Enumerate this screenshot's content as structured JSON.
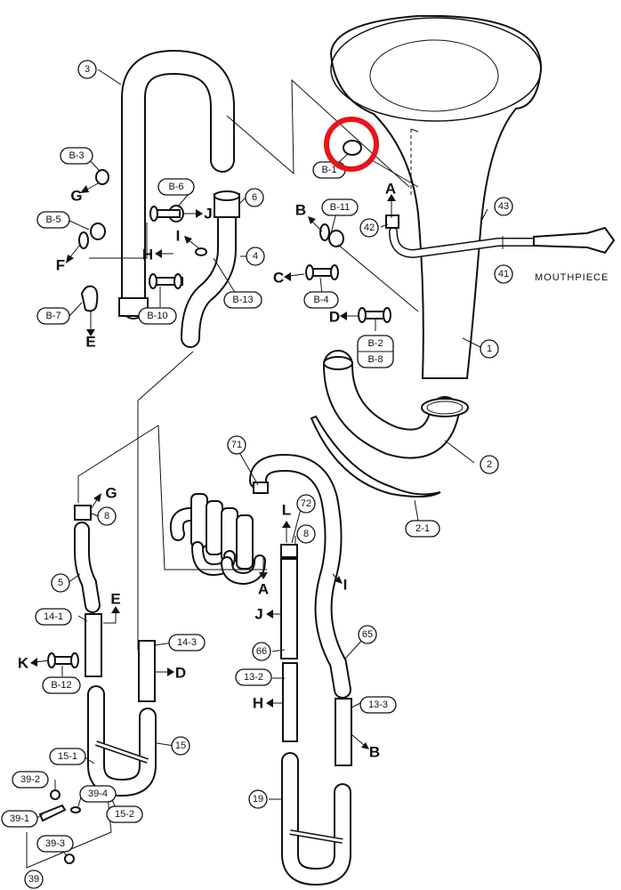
{
  "callouts": [
    {
      "id": "c-3",
      "text": "3"
    },
    {
      "id": "c-B-3",
      "text": "B-3"
    },
    {
      "id": "c-B-6",
      "text": "B-6"
    },
    {
      "id": "c-6",
      "text": "6"
    },
    {
      "id": "c-B-5",
      "text": "B-5"
    },
    {
      "id": "c-4",
      "text": "4"
    },
    {
      "id": "c-B-13",
      "text": "B-13"
    },
    {
      "id": "c-B-7",
      "text": "B-7"
    },
    {
      "id": "c-B-10",
      "text": "B-10"
    },
    {
      "id": "c-B-1",
      "text": "B-1"
    },
    {
      "id": "c-B-11",
      "text": "B-11"
    },
    {
      "id": "c-42",
      "text": "42"
    },
    {
      "id": "c-43",
      "text": "43"
    },
    {
      "id": "c-41",
      "text": "41"
    },
    {
      "id": "c-B-4",
      "text": "B-4"
    },
    {
      "id": "c-B-2",
      "text": "B-2"
    },
    {
      "id": "c-B-8",
      "text": "B-8"
    },
    {
      "id": "c-1",
      "text": "1"
    },
    {
      "id": "c-2",
      "text": "2"
    },
    {
      "id": "c-2-1",
      "text": "2-1"
    },
    {
      "id": "c-71",
      "text": "71"
    },
    {
      "id": "c-72",
      "text": "72"
    },
    {
      "id": "c-8a",
      "text": "8"
    },
    {
      "id": "c-8b",
      "text": "8"
    },
    {
      "id": "c-5",
      "text": "5"
    },
    {
      "id": "c-14-1",
      "text": "14-1"
    },
    {
      "id": "c-14-3",
      "text": "14-3"
    },
    {
      "id": "c-B-12",
      "text": "B-12"
    },
    {
      "id": "c-66",
      "text": "66"
    },
    {
      "id": "c-65",
      "text": "65"
    },
    {
      "id": "c-13-2",
      "text": "13-2"
    },
    {
      "id": "c-13-3",
      "text": "13-3"
    },
    {
      "id": "c-15",
      "text": "15"
    },
    {
      "id": "c-15-1",
      "text": "15-1"
    },
    {
      "id": "c-39-2",
      "text": "39-2"
    },
    {
      "id": "c-39-4",
      "text": "39-4"
    },
    {
      "id": "c-39-1",
      "text": "39-1"
    },
    {
      "id": "c-15-2",
      "text": "15-2"
    },
    {
      "id": "c-39-3",
      "text": "39-3"
    },
    {
      "id": "c-39",
      "text": "39"
    },
    {
      "id": "c-19",
      "text": "19"
    }
  ],
  "letters": [
    {
      "id": "L-G1",
      "text": "G"
    },
    {
      "id": "L-J1",
      "text": "J"
    },
    {
      "id": "L-I1",
      "text": "I"
    },
    {
      "id": "L-H1",
      "text": "H"
    },
    {
      "id": "L-F",
      "text": "F"
    },
    {
      "id": "L-E1",
      "text": "E"
    },
    {
      "id": "L-A1",
      "text": "A"
    },
    {
      "id": "L-B1",
      "text": "B"
    },
    {
      "id": "L-C",
      "text": "C"
    },
    {
      "id": "L-D1",
      "text": "D"
    },
    {
      "id": "L-G2",
      "text": "G"
    },
    {
      "id": "L-L",
      "text": "L"
    },
    {
      "id": "L-A2",
      "text": "A"
    },
    {
      "id": "L-I2",
      "text": "I"
    },
    {
      "id": "L-E2",
      "text": "E"
    },
    {
      "id": "L-J2",
      "text": "J"
    },
    {
      "id": "L-K",
      "text": "K"
    },
    {
      "id": "L-D2",
      "text": "D"
    },
    {
      "id": "L-H2",
      "text": "H"
    },
    {
      "id": "L-B2",
      "text": "B"
    }
  ],
  "mouthpiece_label": "MOUTHPIECE",
  "colors": {
    "ink": "#111111",
    "highlight": "#e8141c",
    "paper": "#ffffff"
  }
}
